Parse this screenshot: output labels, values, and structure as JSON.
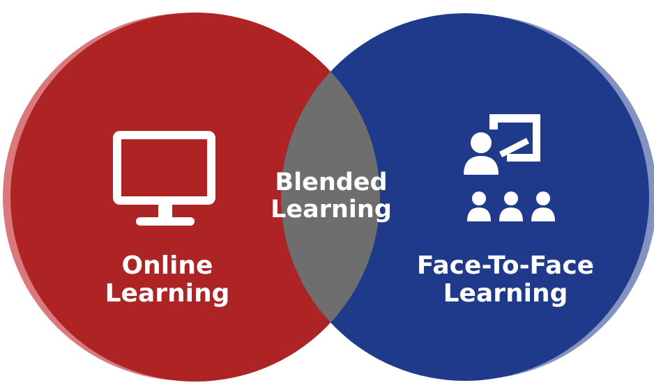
{
  "online": {
    "line1": "Online",
    "line2": "Learning",
    "icon": "monitor-icon",
    "color": "#AE2424",
    "shadow": "#D9797B"
  },
  "blended": {
    "line1": "Blended",
    "line2": "Learning",
    "color": "#6E6E6E"
  },
  "face_to_face": {
    "line1": "Face-To-Face",
    "line2": "Learning",
    "icon": "classroom-icon",
    "color": "#1F3A8A",
    "shadow": "#8293C2"
  }
}
